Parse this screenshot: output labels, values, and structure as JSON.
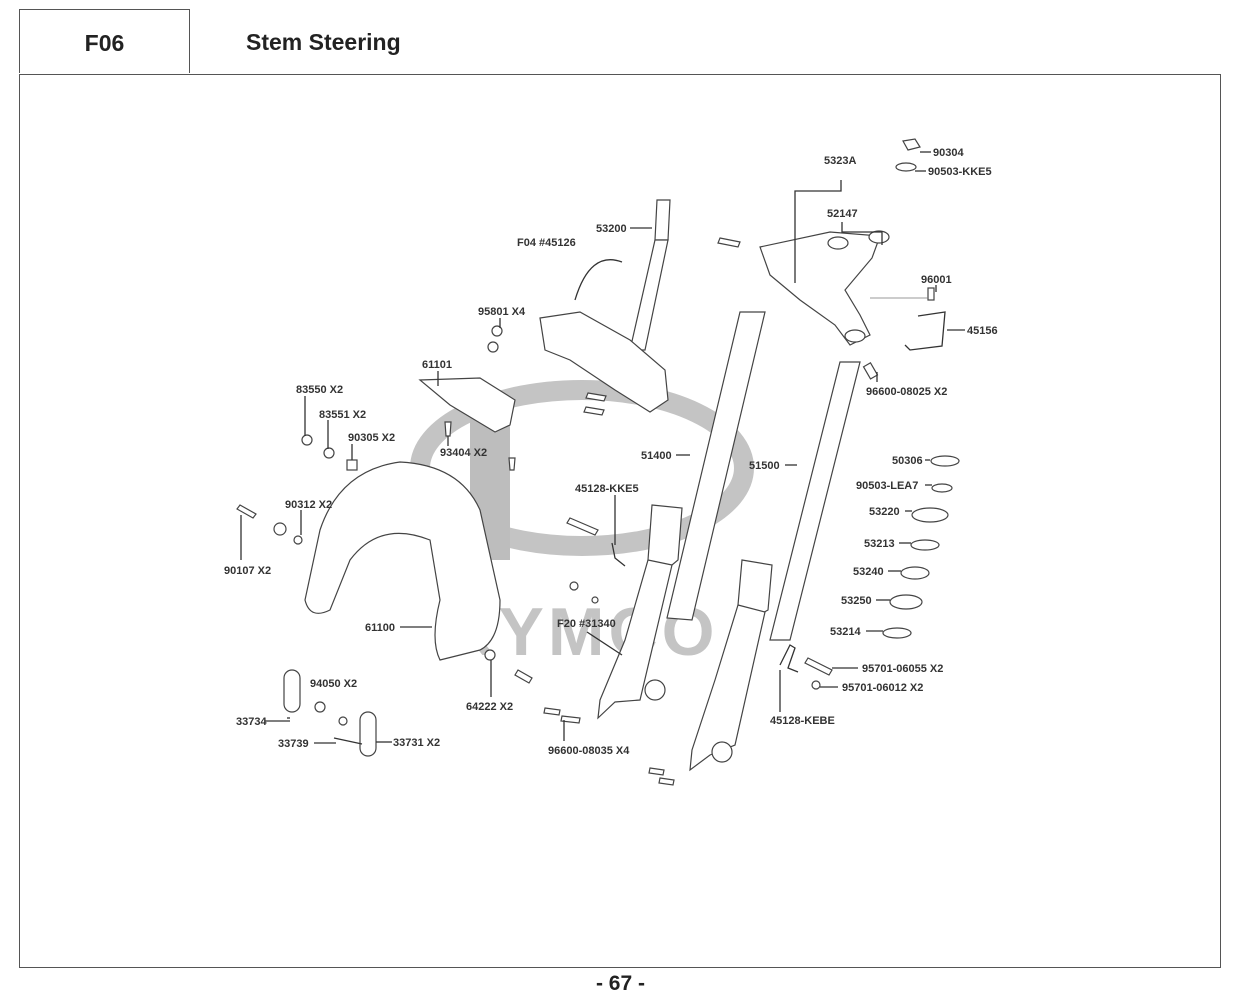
{
  "header": {
    "section_code": "F06",
    "title": "Stem Steering"
  },
  "watermark": "KYMCO",
  "parts": [
    {
      "id": "p1",
      "label": "90304"
    },
    {
      "id": "p2",
      "label": "90503-KKE5"
    },
    {
      "id": "p3",
      "label": "5323A"
    },
    {
      "id": "p4",
      "label": "52147"
    },
    {
      "id": "p5",
      "label": "96001"
    },
    {
      "id": "p6",
      "label": "45156"
    },
    {
      "id": "p7",
      "label": "96600-08025 X2"
    },
    {
      "id": "p8",
      "label": "53200"
    },
    {
      "id": "p9",
      "label": "F04 #45126"
    },
    {
      "id": "p10",
      "label": "95801  X4"
    },
    {
      "id": "p11",
      "label": "61101"
    },
    {
      "id": "p12",
      "label": "83550 X2"
    },
    {
      "id": "p13",
      "label": "83551 X2"
    },
    {
      "id": "p14",
      "label": "90305 X2"
    },
    {
      "id": "p15",
      "label": "93404  X2"
    },
    {
      "id": "p16",
      "label": "51400"
    },
    {
      "id": "p17",
      "label": "51500"
    },
    {
      "id": "p18",
      "label": "45128-KKE5"
    },
    {
      "id": "p19",
      "label": "90312 X2"
    },
    {
      "id": "p20",
      "label": "90107  X2"
    },
    {
      "id": "p21",
      "label": "61100"
    },
    {
      "id": "p22",
      "label": "F20 #31340"
    },
    {
      "id": "p23",
      "label": "64222 X2"
    },
    {
      "id": "p24",
      "label": "94050 X2"
    },
    {
      "id": "p25",
      "label": "33734"
    },
    {
      "id": "p26",
      "label": "33739"
    },
    {
      "id": "p27",
      "label": "33731 X2"
    },
    {
      "id": "p28",
      "label": "96600-08035 X4"
    },
    {
      "id": "p29",
      "label": "50306"
    },
    {
      "id": "p30",
      "label": "90503-LEA7"
    },
    {
      "id": "p31",
      "label": "53220"
    },
    {
      "id": "p32",
      "label": "53213"
    },
    {
      "id": "p33",
      "label": "53240"
    },
    {
      "id": "p34",
      "label": "53250"
    },
    {
      "id": "p35",
      "label": "53214"
    },
    {
      "id": "p36",
      "label": "95701-06055 X2"
    },
    {
      "id": "p37",
      "label": "95701-06012 X2"
    },
    {
      "id": "p38",
      "label": "45128-KEBE"
    }
  ],
  "footer": {
    "page_number": "- 67 -"
  }
}
